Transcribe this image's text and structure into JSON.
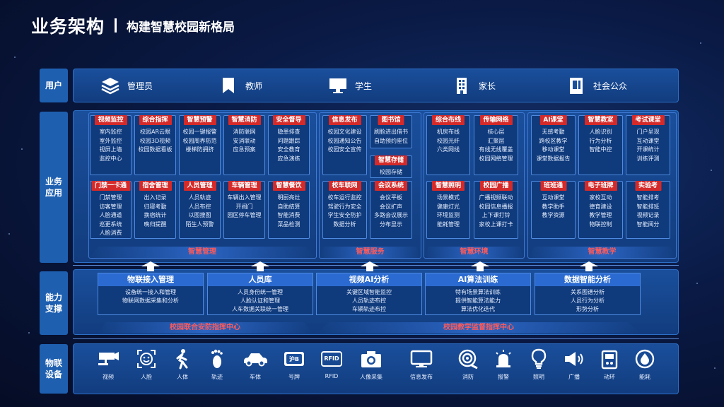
{
  "title": {
    "main": "业务架构",
    "sub": "构建智慧校园新格局"
  },
  "layers": {
    "user": "用户",
    "business": "业务\n应用",
    "capability": "能力\n支撑",
    "iot": "物联\n设备"
  },
  "users": [
    {
      "icon": "layers-icon",
      "label": "管理员"
    },
    {
      "icon": "bookmark-icon",
      "label": "教师"
    },
    {
      "icon": "monitor-icon",
      "label": "学生"
    },
    {
      "icon": "building-icon",
      "label": "家长"
    },
    {
      "icon": "document-icon",
      "label": "社会公众"
    }
  ],
  "modules": [
    {
      "title": "视频监控",
      "items": [
        "室内监控",
        "室外监控",
        "视屏上墙",
        "监控中心"
      ]
    },
    {
      "title": "综合指挥",
      "items": [
        "校园AR云眼",
        "校园3D视频",
        "校园数据看板"
      ]
    },
    {
      "title": "智慧预警",
      "items": [
        "校园一键报警",
        "校园周界防范",
        "楼梯防拥挤"
      ]
    },
    {
      "title": "智慧消防",
      "items": [
        "消防联网",
        "安消联动",
        "应急预案"
      ]
    },
    {
      "title": "安全督导",
      "items": [
        "隐患排查",
        "问题跟踪",
        "安全教育",
        "应急演练"
      ]
    },
    {
      "title": "门禁一卡通",
      "items": [
        "门禁管理",
        "访客管理",
        "人脸通道",
        "巡更系统",
        "人脸消费"
      ]
    },
    {
      "title": "宿舍管理",
      "items": [
        "出入记录",
        "归寝考勤",
        "换宿统计",
        "晚归提醒"
      ]
    },
    {
      "title": "人员管理",
      "items": [
        "人员轨迹",
        "人员布控",
        "以图搜图",
        "陌生人预警"
      ]
    },
    {
      "title": "车辆管理",
      "items": [
        "车辆出入管理",
        "开阀门",
        "园区停车管理"
      ]
    },
    {
      "title": "智慧餐饮",
      "items": [
        "明厨亮灶",
        "自助结算",
        "智能消费",
        "菜品检测"
      ]
    },
    {
      "title": "信息发布",
      "items": [
        "校园文化建设",
        "校园通知公告",
        "校园安全宣传"
      ]
    },
    {
      "title": "图书馆",
      "items": [
        "刷脸进出借书",
        "自助预约座位"
      ]
    },
    {
      "title": "智慧存储",
      "items": [
        "校园存储"
      ]
    },
    {
      "title": "校车联网",
      "items": [
        "校车运行监控",
        "驾驶行为安全",
        "学生安全防护",
        "数据分析"
      ]
    },
    {
      "title": "会议系统",
      "items": [
        "会议平板",
        "会议扩声",
        "多路会议展示",
        "分布显示"
      ]
    },
    {
      "title": "综合布线",
      "items": [
        "机房布线",
        "校园光纤",
        "六类网线"
      ]
    },
    {
      "title": "传输网络",
      "items": [
        "核心层",
        "汇聚层",
        "有线无线覆盖",
        "校园网络管理"
      ]
    },
    {
      "title": "智慧照明",
      "items": [
        "场景模式",
        "健康灯光",
        "环境监测",
        "能耗管理"
      ]
    },
    {
      "title": "校园广播",
      "items": [
        "广播视频联动",
        "校园信息播报",
        "上下课打铃",
        "家校上课打卡"
      ]
    },
    {
      "title": "AI课堂",
      "items": [
        "无感考勤",
        "跨校区教学",
        "移动课堂",
        "课堂数据报告"
      ]
    },
    {
      "title": "智慧教室",
      "items": [
        "人脸识别",
        "行为分析",
        "智能中控"
      ]
    },
    {
      "title": "考试课堂",
      "items": [
        "门户呈现",
        "互动课堂",
        "开课统计",
        "训练评测"
      ]
    },
    {
      "title": "班班通",
      "items": [
        "互动课堂",
        "教学助手",
        "教学资源"
      ]
    },
    {
      "title": "电子班牌",
      "items": [
        "家校互动",
        "德育建设",
        "教学管理",
        "物联控制"
      ]
    },
    {
      "title": "实验考",
      "items": [
        "智能排考",
        "智能排班",
        "视频记录",
        "智能阅分"
      ]
    }
  ],
  "footers": [
    "智慧管理",
    "智慧服务",
    "智慧环境",
    "智慧教学"
  ],
  "capabilities": [
    {
      "title": "物联接入管理",
      "items": [
        "设备统一接入和管理",
        "物联网数据采集和分析"
      ]
    },
    {
      "title": "人员库",
      "items": [
        "人员身份统一管理",
        "人脸认证和管理",
        "人车数据关联统一管理"
      ]
    },
    {
      "title": "视频AI分析",
      "items": [
        "关键区域智能监控",
        "人员轨迹布控",
        "车辆轨迹布控"
      ]
    },
    {
      "title": "AI算法训练",
      "items": [
        "特有场景算法训练",
        "提供智能算法能力",
        "算法优化迭代"
      ]
    },
    {
      "title": "数据智能分析",
      "items": [
        "关系图谱分析",
        "人员行为分析",
        "形势分析"
      ]
    }
  ],
  "centers": [
    "校园联合安防指挥中心",
    "校园教学监督指挥中心"
  ],
  "devices": [
    {
      "icon": "camera-icon",
      "label": "视频"
    },
    {
      "icon": "face-icon",
      "label": "人脸"
    },
    {
      "icon": "person-walk-icon",
      "label": "人体"
    },
    {
      "icon": "footprint-icon",
      "label": "轨迹"
    },
    {
      "icon": "car-icon",
      "label": "车体"
    },
    {
      "icon": "plate-icon",
      "label": "号牌",
      "text": "沪B"
    },
    {
      "icon": "rfid-icon",
      "label": "RFID",
      "text": "RFID"
    },
    {
      "icon": "photo-camera-icon",
      "label": "人像采集"
    },
    {
      "icon": "display-icon",
      "label": "信息发布"
    },
    {
      "icon": "fire-hose-icon",
      "label": "消防"
    },
    {
      "icon": "alarm-light-icon",
      "label": "报警"
    },
    {
      "icon": "bulb-icon",
      "label": "照明"
    },
    {
      "icon": "speaker-icon",
      "label": "广播"
    },
    {
      "icon": "env-sensor-icon",
      "label": "动环"
    },
    {
      "icon": "energy-drop-icon",
      "label": "能耗"
    }
  ]
}
